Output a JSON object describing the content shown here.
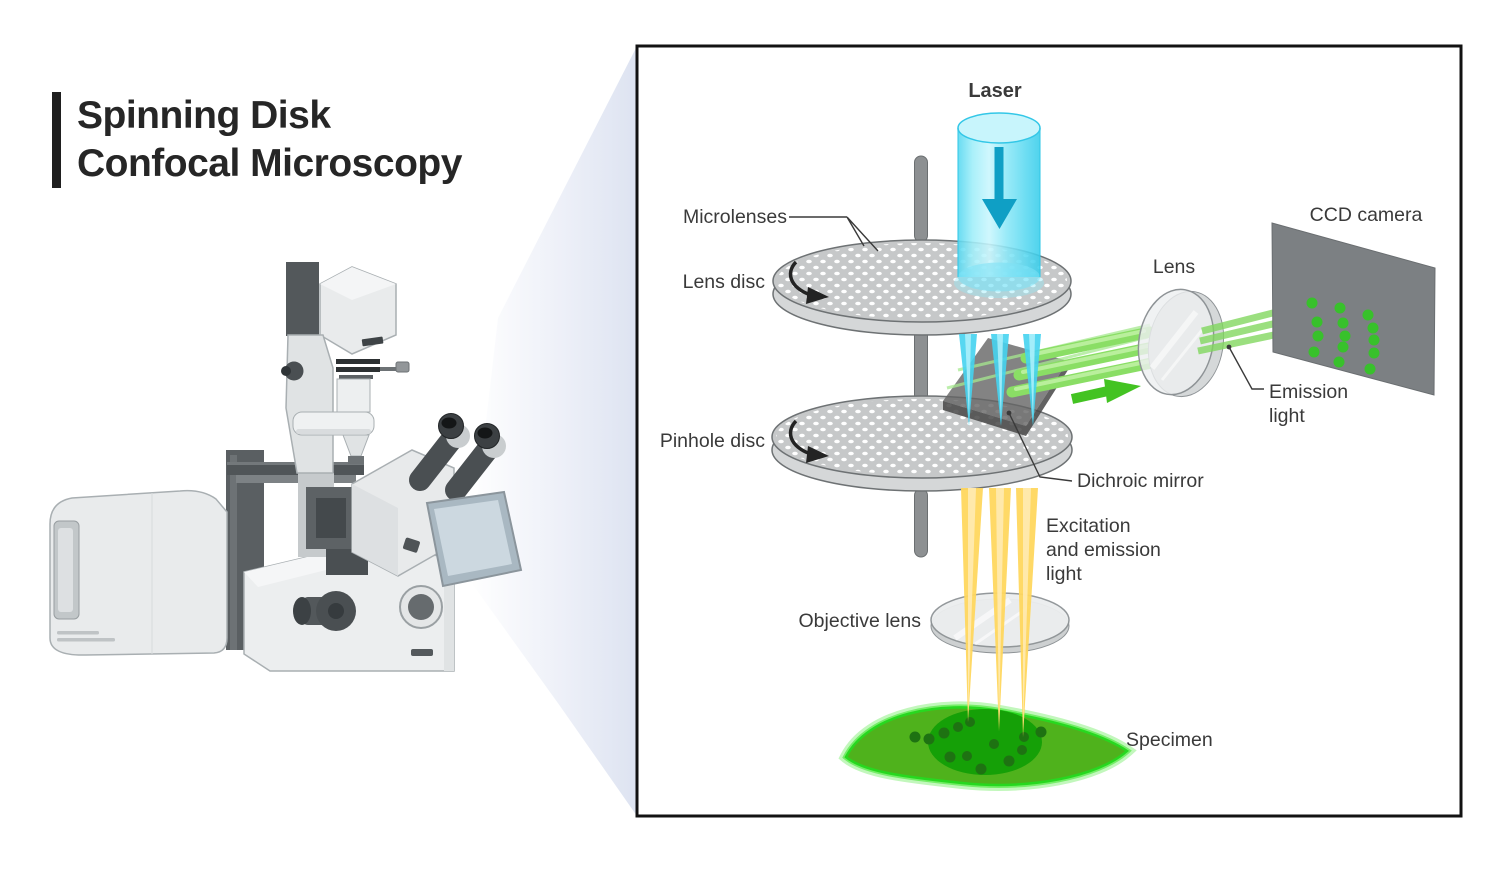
{
  "title": {
    "line1": "Spinning Disk",
    "line2": "Confocal Microscopy"
  },
  "diagram": {
    "labels": {
      "laser": "Laser",
      "microlenses": "Microlenses",
      "lens_disc": "Lens disc",
      "pinhole_disc": "Pinhole disc",
      "dichroic_mirror": "Dichroic mirror",
      "lens": "Lens",
      "ccd_camera": "CCD camera",
      "emission_light": [
        "Emission",
        "light"
      ],
      "excitation_emission_light": [
        "Excitation",
        "and emission",
        "light"
      ],
      "objective_lens": "Objective lens",
      "specimen": "Specimen"
    },
    "colors": {
      "laser_label": "#157f9f",
      "laser_beam": "#7ae4f7",
      "excitation_light": "#ffd75e",
      "emission_light": "#7edb5b",
      "specimen": "#4fb21c",
      "disc_gray": "#c6c8c9",
      "label_text": "#3a3a3a",
      "title_text": "#262626",
      "diagram_border": "#121212"
    }
  }
}
